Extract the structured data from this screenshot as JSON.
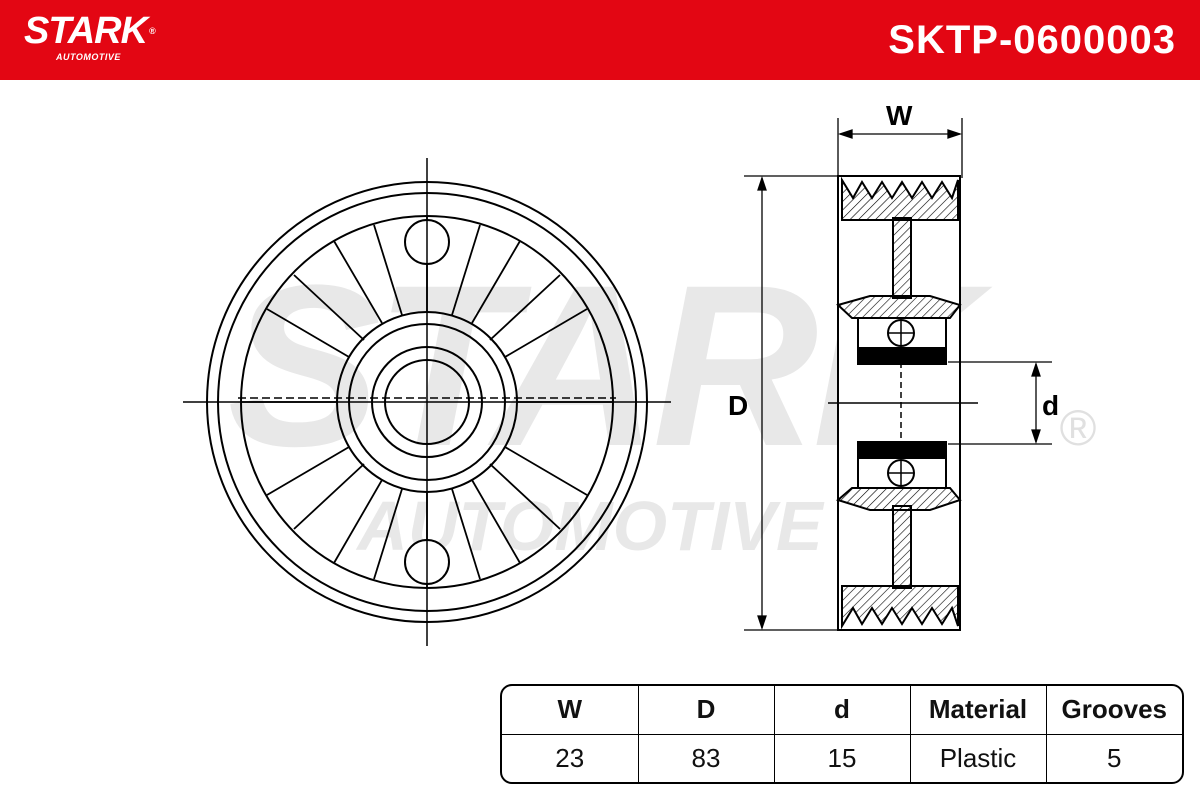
{
  "header": {
    "brand": "STARK",
    "brand_sub": "AUTOMOTIVE",
    "registered_mark": "®",
    "part_number": "SKTP-0600003",
    "color": "#e30613"
  },
  "watermark": {
    "brand": "STARK",
    "brand_sub": "AUTOMOTIVE",
    "registered_mark": "®",
    "color": "#e6e6e6"
  },
  "drawing": {
    "label_w": "W",
    "label_D": "D",
    "label_d": "d"
  },
  "specs": {
    "headers": [
      "W",
      "D",
      "d",
      "Material",
      "Grooves"
    ],
    "values": [
      "23",
      "83",
      "15",
      "Plastic",
      "5"
    ]
  }
}
